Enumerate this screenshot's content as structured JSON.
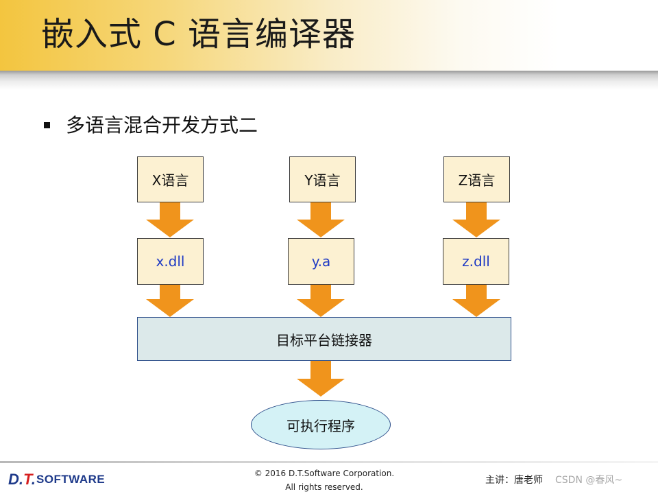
{
  "slide": {
    "title": "嵌入式 C 语言编译器",
    "bullet": "多语言混合开发方式二"
  },
  "diagram": {
    "languages": [
      "X语言",
      "Y语言",
      "Z语言"
    ],
    "libraries": [
      "x.dll",
      "y.a",
      "z.dll"
    ],
    "linker": "目标平台链接器",
    "output": "可执行程序",
    "arrow_color": "#f0941c",
    "box_fill": "#fcf1d2",
    "library_text_color": "#1e3ac4",
    "linker_fill": "#dce9ea",
    "output_fill": "#d4f2f6"
  },
  "footer": {
    "logo_main": "D.T.",
    "logo_sub": "SOFTWARE",
    "copyright_line1": "© 2016 D.T.Software Corporation.",
    "copyright_line2": "All rights reserved.",
    "presenter": "主讲：唐老师",
    "watermark": "CSDN @春风~"
  }
}
